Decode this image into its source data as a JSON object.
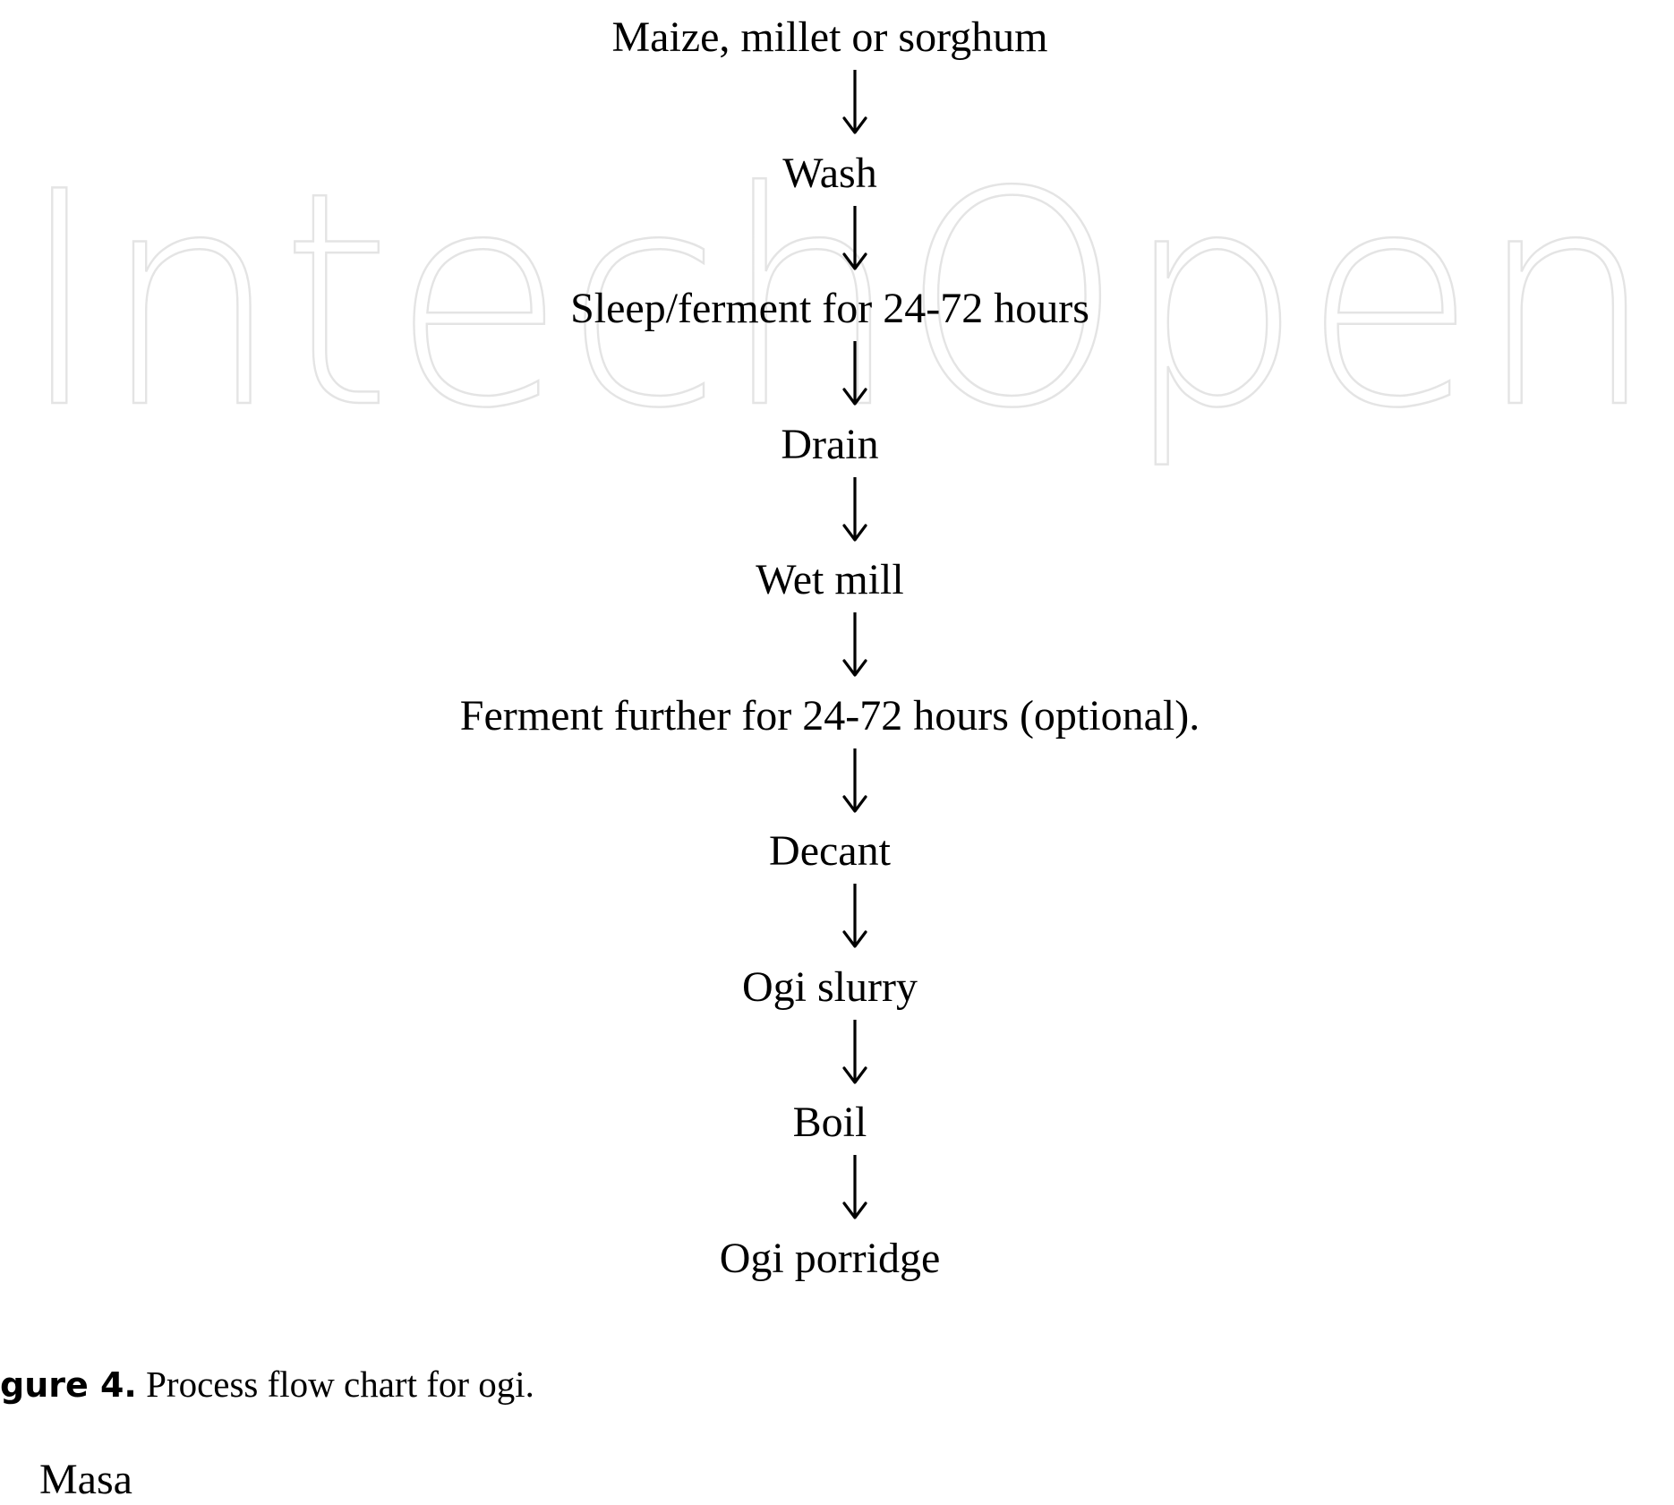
{
  "watermark": {
    "text": "IntechOpen"
  },
  "flowchart": {
    "steps": [
      "Maize, millet or sorghum",
      "Wash",
      "Sleep/ferment for 24-72 hours",
      "Drain",
      "Wet mill",
      "Ferment further for 24-72 hours (optional).",
      "Decant",
      "Ogi slurry",
      "Boil",
      "Ogi porridge"
    ]
  },
  "caption": {
    "label": "gure 4.",
    "text": " Process flow chart for ogi."
  },
  "next_section": {
    "heading": "Masa"
  }
}
